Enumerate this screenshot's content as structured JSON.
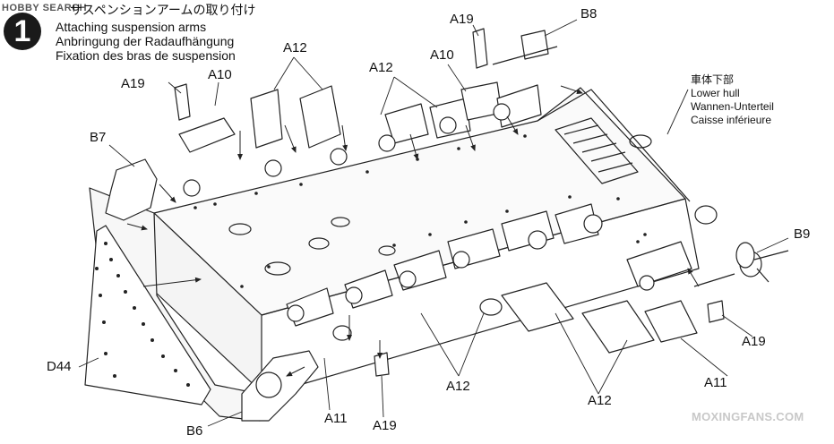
{
  "watermark_top": "HOBBY SEARCH",
  "step": {
    "number": "1",
    "title_jp": "サスペンションアームの取り付け",
    "title_en": "Attaching suspension arms",
    "title_de": "Anbringung der Radaufhängung",
    "title_fr": "Fixation des bras de suspension"
  },
  "hull": {
    "jp": "車体下部",
    "en": "Lower hull",
    "de": "Wannen-Unterteil",
    "fr": "Caisse inférieure"
  },
  "labels": {
    "a19_left": "A19",
    "a10_left": "A10",
    "a12_top_left": "A12",
    "a12_top_mid": "A12",
    "a10_right": "A10",
    "a19_top": "A19",
    "b8": "B8",
    "b7": "B7",
    "b9": "B9",
    "d44": "D44",
    "b6": "B6",
    "a11_bottom": "A11",
    "a19_bottom": "A19",
    "a12_bottom_mid": "A12",
    "a12_bottom_right": "A12",
    "a11_right": "A11",
    "a19_right": "A19"
  },
  "watermark_bottom": "MOXINGFANS.COM"
}
